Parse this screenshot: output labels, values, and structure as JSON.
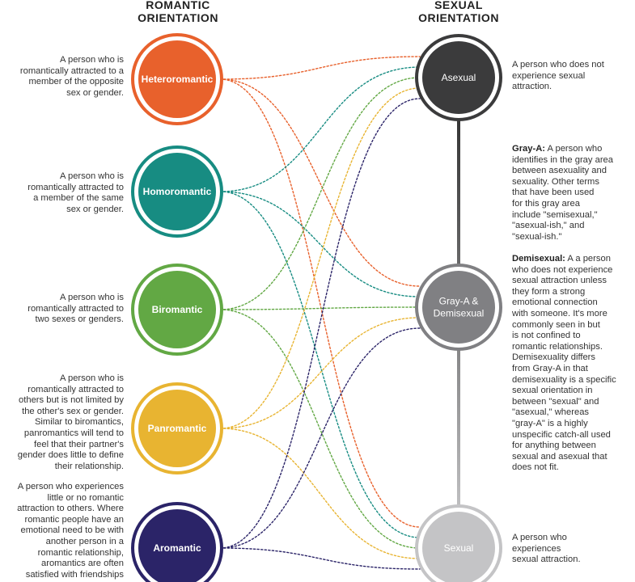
{
  "headings": {
    "romantic": "ROMANTIC\nORIENTATION",
    "sexual": "SEXUAL\nORIENTATION"
  },
  "romantic": [
    {
      "id": "hetero",
      "label": "Heteroromantic",
      "color": "#e8612c",
      "desc": "A person who is\nromantically attracted to a\nmember of the opposite\nsex or gender."
    },
    {
      "id": "homo",
      "label": "Homoromantic",
      "color": "#178c82",
      "desc": "A person who is\nromantically attracted to\na member of the same\nsex or gender."
    },
    {
      "id": "bi",
      "label": "Biromantic",
      "color": "#62a844",
      "desc": "A person who is\nromantically attracted to\ntwo sexes or genders."
    },
    {
      "id": "pan",
      "label": "Panromantic",
      "color": "#e8b431",
      "desc": "A person who is\nromantically attracted to\nothers but is not limited by\nthe other's sex or gender.\nSimilar to biromantics,\npanromantics will tend to\nfeel that their partner's\ngender does little to define\ntheir relationship."
    },
    {
      "id": "aro",
      "label": "Aromantic",
      "color": "#2b2468",
      "desc": "A person who experiences\nlittle or no romantic\nattraction to others. Where\nromantic people have an\nemotional need to be with\nanother person in a\nromantic relationship,\naromantics are often\nsatisfied with friendships"
    }
  ],
  "sexual": [
    {
      "id": "asexual",
      "label": "Asexual",
      "color": "#3b3b3c",
      "desc": "A person who does not\nexperience sexual\nattraction."
    },
    {
      "id": "gray",
      "label": "Gray-A &\nDemisexual",
      "color": "#808083",
      "graya_term": "Gray-A:",
      "graya_desc": "A person who\nidentifies in the gray area\nbetween asexuality and\nsexuality. Other terms\nthat have been used\nfor this gray area\ninclude \"semisexual,\"\n\"asexual-ish,\" and\n\"sexual-ish.\"",
      "demi_term": "Demisexual:",
      "demi_desc": "A a person\nwho does not experience\nsexual attraction unless\nthey form a strong\nemotional connection\nwith someone. It's more\ncommonly seen in but\nis not confined to\nromantic relationships.\nDemisexuality differs\nfrom Gray-A in that\ndemisexuality is a specific\nsexual orientation in\nbetween \"sexual\" and\n\"asexual,\" whereas\n\"gray-A\" is a highly\nunspecific catch-all used\nfor anything between\nsexual and asexual that\ndoes not fit."
    },
    {
      "id": "sexual",
      "label": "Sexual",
      "color": "#c4c4c6",
      "desc": "A person who\nexperiences\nsexual attraction."
    }
  ],
  "connections_from_each_romantic_to": [
    "asexual",
    "gray",
    "sexual"
  ],
  "line_style": "dotted, colored by romantic orientation",
  "spectrum": "vertical line from Asexual (dark) to Sexual (light)"
}
